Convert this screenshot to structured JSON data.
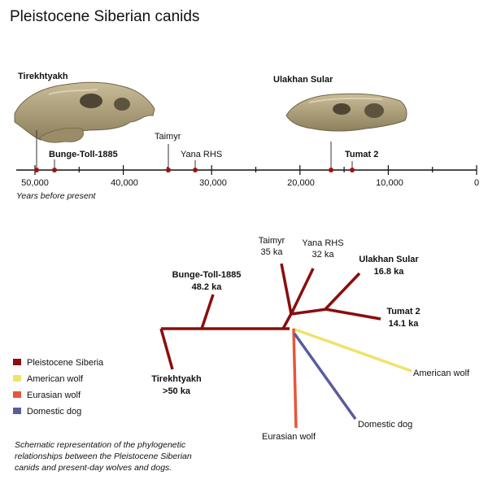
{
  "title": "Pleistocene Siberian canids",
  "timeline": {
    "caption": "Years before present",
    "ticks": [
      "50,000",
      "40,000",
      "30,000",
      "20,000",
      "10,000",
      "0"
    ],
    "sites": {
      "tirekhtyakh": "Tirekhtyakh",
      "bunge_toll": "Bunge-Toll-1885",
      "taimyr": "Taimyr",
      "yana": "Yana RHS",
      "ulakhan": "Ulakhan Sular",
      "tumat": "Tumat 2"
    }
  },
  "tree": {
    "taimyr": {
      "name": "Taimyr",
      "age": "35 ka"
    },
    "yana": {
      "name": "Yana RHS",
      "age": "32 ka"
    },
    "ulakhan": {
      "name": "Ulakhan Sular",
      "age": "16.8 ka"
    },
    "bunge_toll": {
      "name": "Bunge-Toll-1885",
      "age": "48.2 ka"
    },
    "tumat": {
      "name": "Tumat 2",
      "age": "14.1 ka"
    },
    "tirekhtyakh": {
      "name": "Tirekhtyakh",
      "age": ">50 ka"
    },
    "american": "American wolf",
    "domestic": "Domestic dog",
    "eurasian": "Eurasian wolf"
  },
  "legend": [
    {
      "label": "Pleistocene Siberia",
      "color": "#8b0d0d"
    },
    {
      "label": "American wolf",
      "color": "#eee36b"
    },
    {
      "label": "Eurasian wolf",
      "color": "#e8553a"
    },
    {
      "label": "Domestic dog",
      "color": "#5b5b9e"
    }
  ],
  "caption_lines": [
    "Schematic representation of the phylogenetic",
    "relationships between the Pleistocene Siberian",
    "canids and present-day wolves and dogs."
  ]
}
